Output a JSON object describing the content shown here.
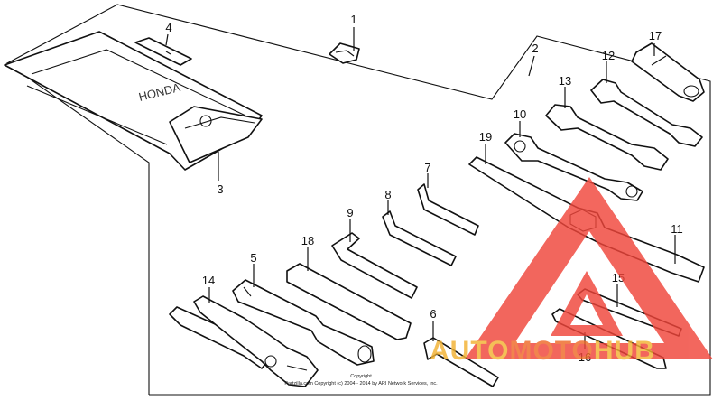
{
  "callouts": {
    "c1": "1",
    "c2": "2",
    "c3": "3",
    "c4": "4",
    "c5": "5",
    "c6": "6",
    "c7": "7",
    "c8": "8",
    "c9": "9",
    "c10": "10",
    "c11": "11",
    "c12": "12",
    "c13": "13",
    "c14": "14",
    "c15": "15",
    "c16": "16",
    "c17": "17",
    "c18": "18",
    "c19": "19"
  },
  "bag_logo": "HONDA",
  "copyright": {
    "line1": "Copyright",
    "line2": "Partzilla.com Copyright (c) 2004 - 2014 by ARI Network Services, Inc."
  },
  "watermark": {
    "part1": "AUTO",
    "part2": "MOTO",
    "part3": "HUB",
    "color_red": "#f0453a",
    "color_yellow": "#f2b233",
    "color_orange": "#ee6a28"
  }
}
